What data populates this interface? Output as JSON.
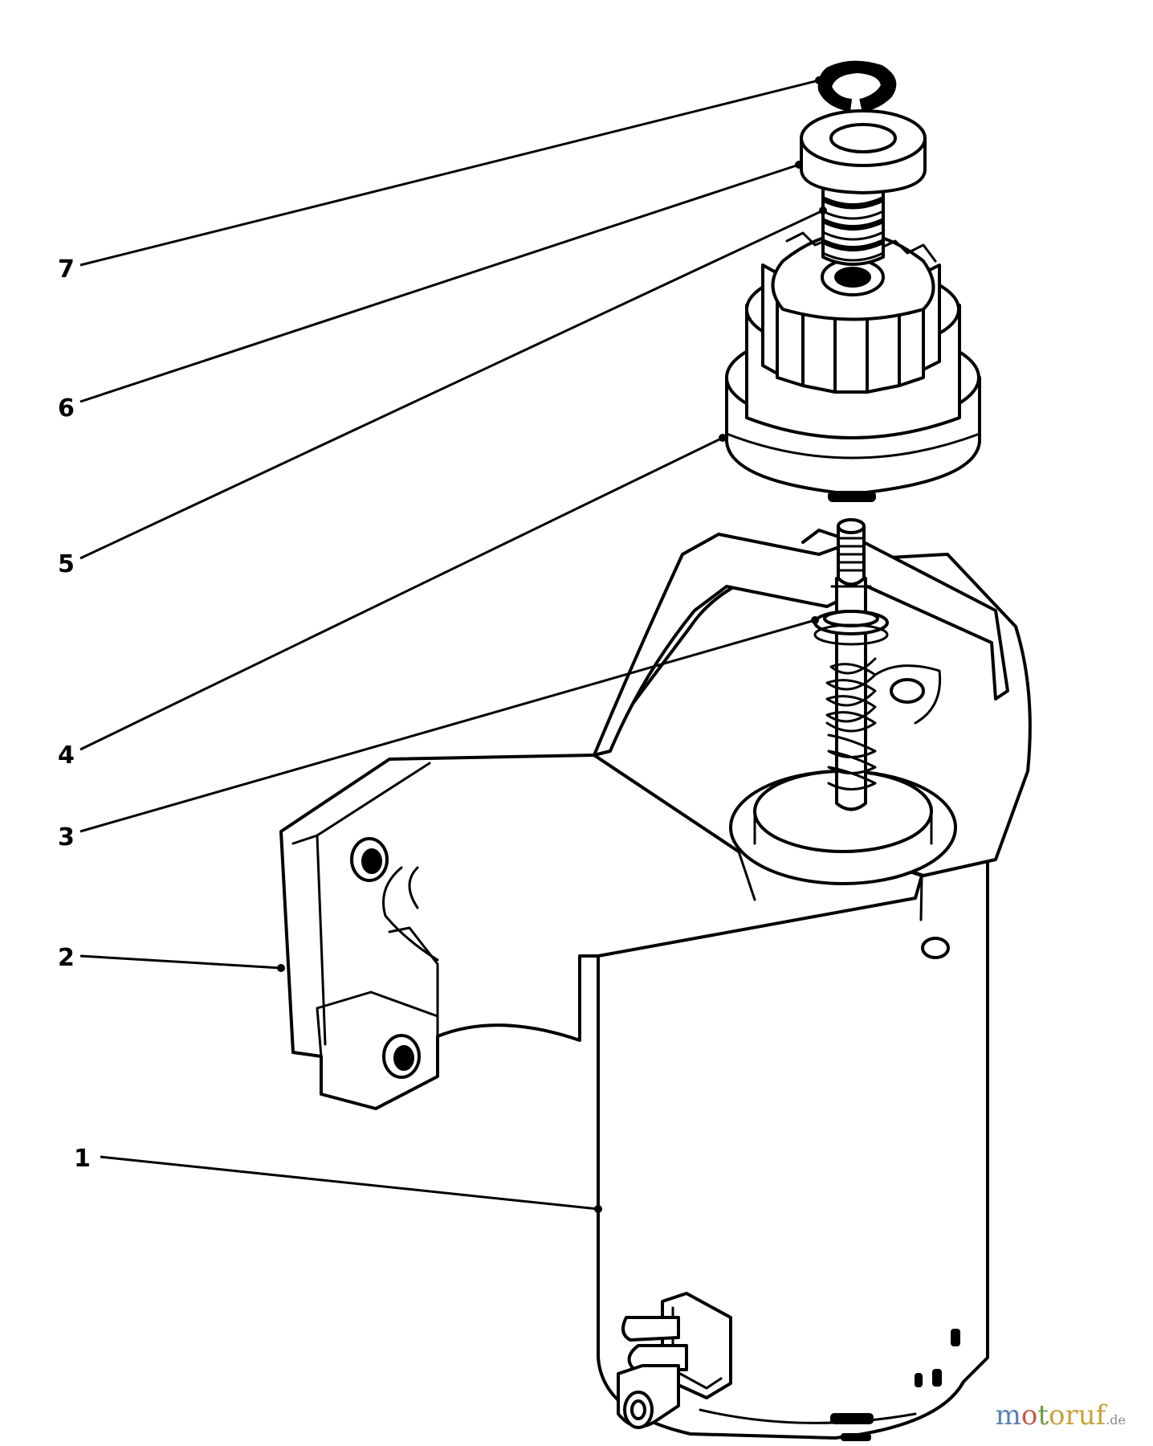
{
  "callouts": [
    {
      "id": "7",
      "label": "7"
    },
    {
      "id": "6",
      "label": "6"
    },
    {
      "id": "5",
      "label": "5"
    },
    {
      "id": "4",
      "label": "4"
    },
    {
      "id": "3",
      "label": "3"
    },
    {
      "id": "2",
      "label": "2"
    },
    {
      "id": "1",
      "label": "1"
    }
  ],
  "watermark": {
    "name_m": "m",
    "name_o": "o",
    "name_t": "t",
    "name_rest": "oruf",
    "tld": ".de"
  }
}
